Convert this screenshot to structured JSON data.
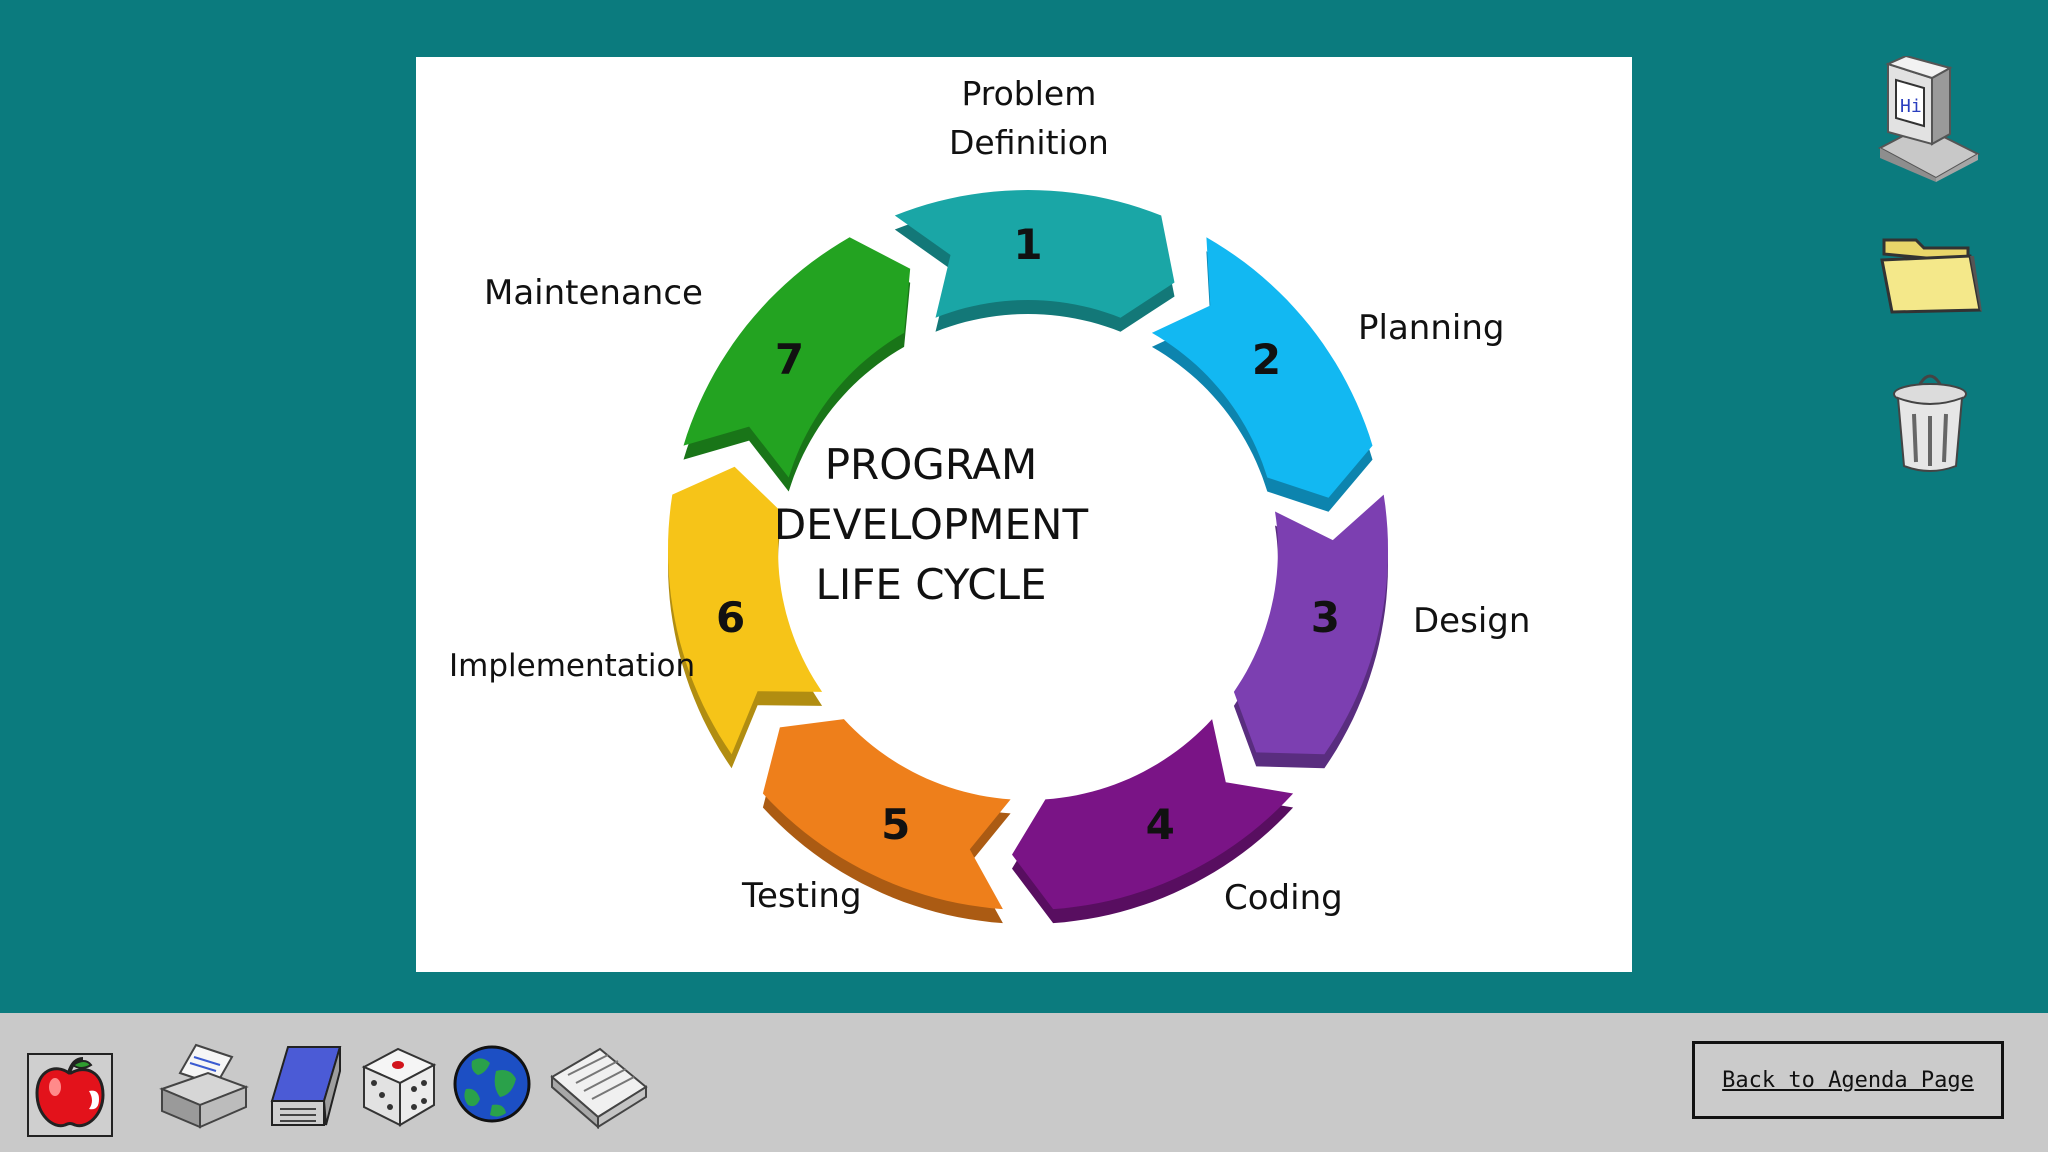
{
  "slide": {
    "center_title": [
      "PROGRAM",
      "DEVELOPMENT",
      "LIFE CYCLE"
    ],
    "stages": [
      {
        "number": "1",
        "label": "Problem\nDefinition",
        "color": "#1aa6a6"
      },
      {
        "number": "2",
        "label": "Planning",
        "color": "#12b8f2"
      },
      {
        "number": "3",
        "label": "Design",
        "color": "#7c3fb1"
      },
      {
        "number": "4",
        "label": "Coding",
        "color": "#7a1486"
      },
      {
        "number": "5",
        "label": "Testing",
        "color": "#ee7f1b"
      },
      {
        "number": "6",
        "label": "Implementation",
        "color": "#f6c418"
      },
      {
        "number": "7",
        "label": "Maintenance",
        "color": "#23a321"
      }
    ]
  },
  "desktop_icons": [
    "computer-icon",
    "folder-icon",
    "trash-icon"
  ],
  "taskbar": {
    "apps": [
      "apple-icon",
      "printer-icon",
      "notepad-icon",
      "dice-icon",
      "globe-icon",
      "scanner-icon"
    ],
    "agenda_button_label": "Back to Agenda Page"
  },
  "colors": {
    "desktop_bg": "#0b7b7e",
    "taskbar_bg": "#c9c9c9",
    "slide_bg": "#ffffff"
  }
}
